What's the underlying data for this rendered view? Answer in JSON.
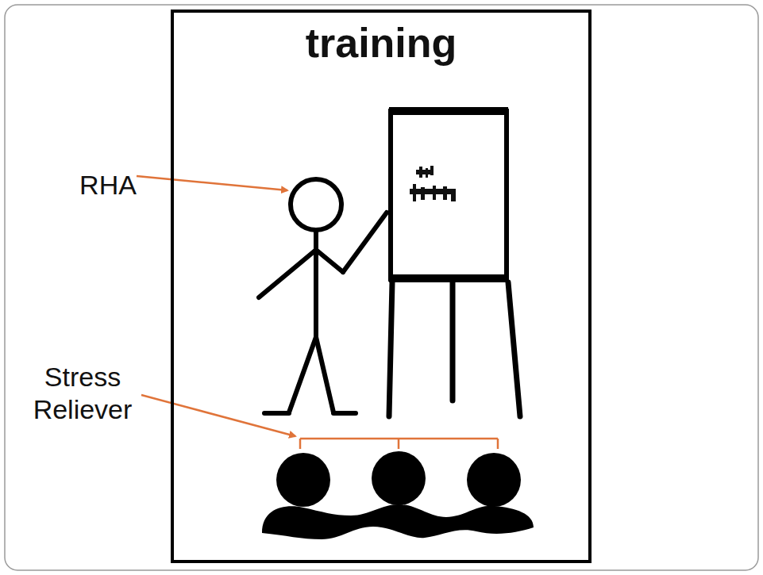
{
  "diagram": {
    "nodes": [
      {
        "text": [
          "training"
        ]
      }
    ],
    "labels": [
      "RHA",
      "Stress Reliever"
    ]
  }
}
